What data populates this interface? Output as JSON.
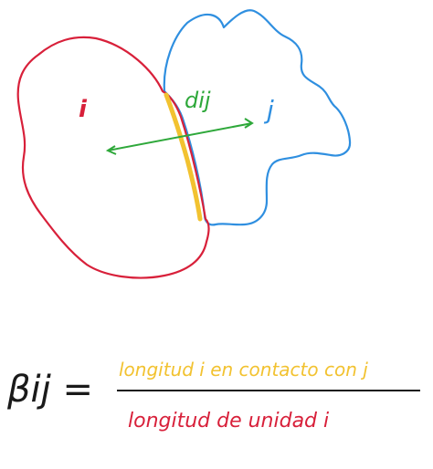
{
  "colors": {
    "region_i": "#d8203a",
    "region_j": "#2f8fe0",
    "distance": "#2ea83a",
    "contact": "#f2c230",
    "numerator": "#f2c230",
    "denominator": "#d8203a",
    "ink": "#1a1a1a"
  },
  "diagram": {
    "label_i": "i",
    "label_j": "j",
    "label_dist": "dij"
  },
  "formula": {
    "lhs": "βij =",
    "numerator": "longitud i en contacto con j",
    "denominator": "longitud de unidad i"
  }
}
